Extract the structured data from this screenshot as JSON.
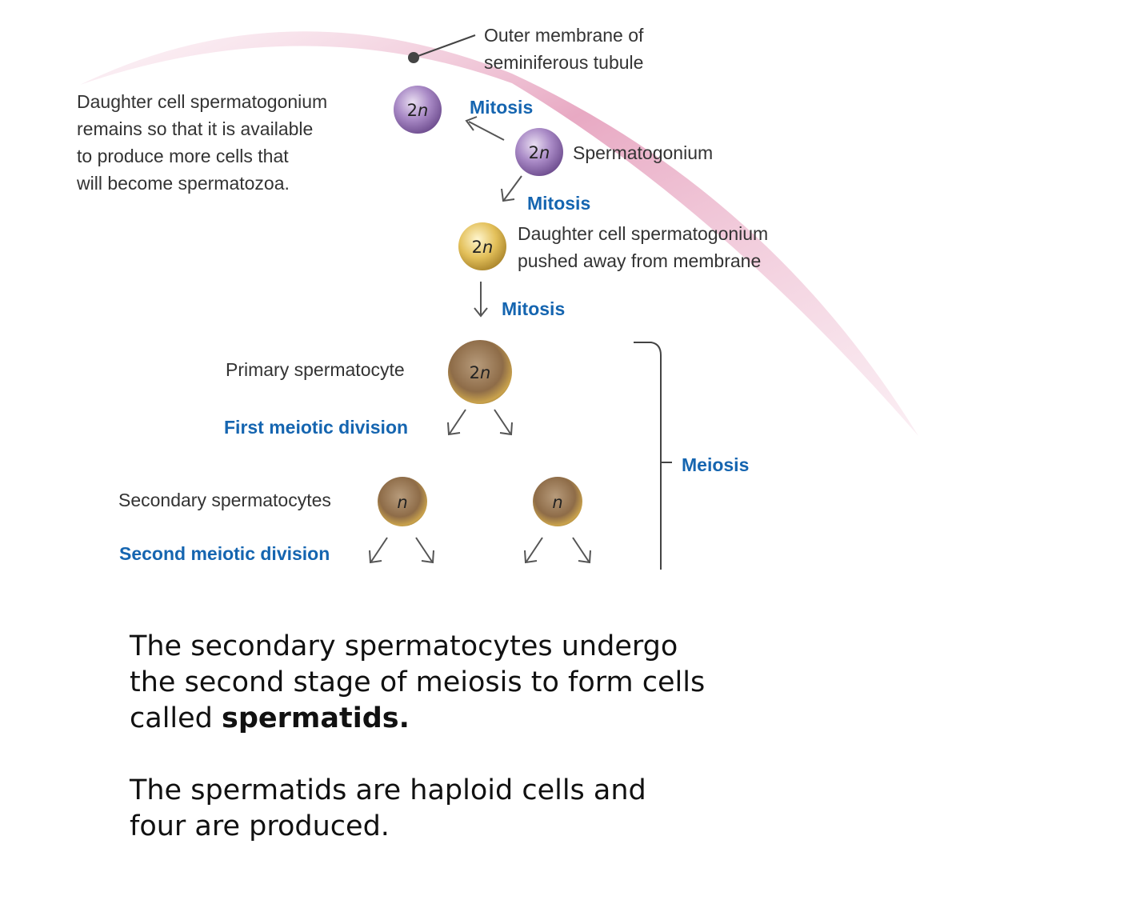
{
  "labels": {
    "outer_membrane": [
      "Outer membrane of",
      "seminiferous tubule"
    ],
    "daughter_cell_remains": [
      "Daughter cell spermatogonium",
      "remains so that it is available",
      "to produce more cells that",
      "will become spermatozoa."
    ],
    "spermatogonium": "Spermatogonium",
    "daughter_cell_pushed": [
      "Daughter cell spermatogonium",
      "pushed away from membrane"
    ],
    "primary_spermatocyte": "Primary spermatocyte",
    "secondary_spermatocytes": "Secondary spermatocytes"
  },
  "processes": {
    "mitosis_1": "Mitosis",
    "mitosis_2": "Mitosis",
    "mitosis_3": "Mitosis",
    "first_meiotic_division": "First meiotic division",
    "second_meiotic_division": "Second meiotic division",
    "meiosis": "Meiosis"
  },
  "cells": {
    "remaining_spermatogonium": {
      "ploidy_num": "2",
      "ploidy_var": "n",
      "color": "#8a5fa8"
    },
    "spermatogonium": {
      "ploidy_num": "2",
      "ploidy_var": "n",
      "color": "#8a5fa8"
    },
    "pushed_spermatogonium": {
      "ploidy_num": "2",
      "ploidy_var": "n",
      "color": "#d9b23a"
    },
    "primary_spermatocyte": {
      "ploidy_num": "2",
      "ploidy_var": "n",
      "color": "#a8844f"
    },
    "secondary_spermatocyte_left": {
      "ploidy_num": "",
      "ploidy_var": "n",
      "color": "#a8844f"
    },
    "secondary_spermatocyte_right": {
      "ploidy_num": "",
      "ploidy_var": "n",
      "color": "#a8844f"
    }
  },
  "caption": {
    "para1_text": "The secondary spermatocytes undergo the second stage of meiosis to form cells called ",
    "para1_bold": "spermatids.",
    "para2_text": "The spermatids are haploid cells and four are produced."
  },
  "colors": {
    "process_blue": "#1565b0",
    "membrane_pink": "#e6a5c0",
    "arrow_gray": "#555555"
  }
}
